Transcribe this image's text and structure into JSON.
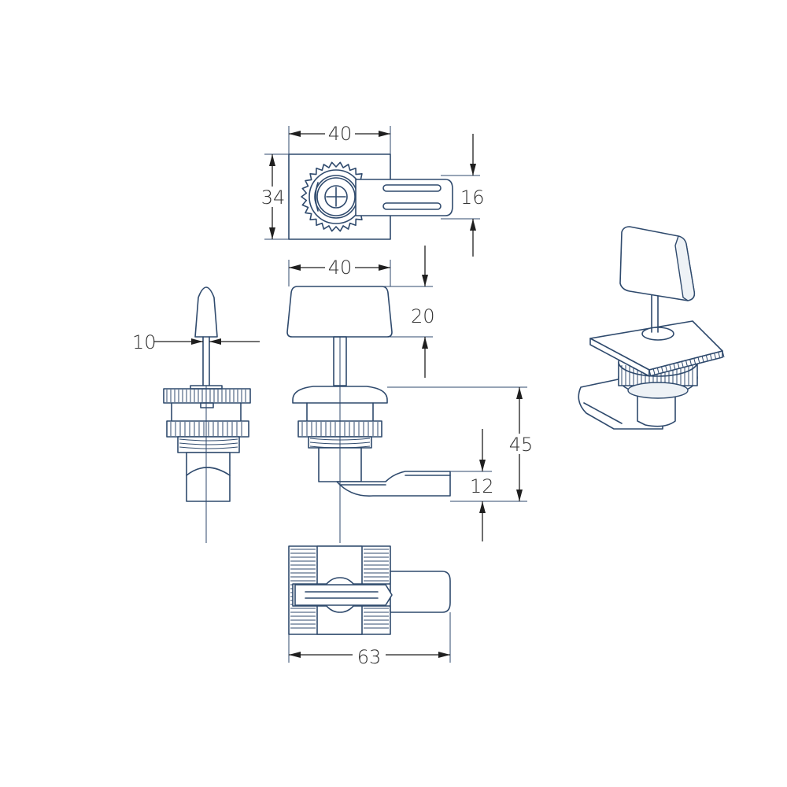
{
  "palette": {
    "line": "#2f4a6d",
    "dimension": "#1f1f1f",
    "text": "#333333",
    "background": "#ffffff"
  },
  "dimensions": {
    "top_width": "40",
    "top_height": "34",
    "handle_width": "16",
    "cap_width": "40",
    "cap_height": "20",
    "shaft_width": "10",
    "total_height": "45",
    "cam_thickness": "12",
    "cam_length": "63"
  }
}
